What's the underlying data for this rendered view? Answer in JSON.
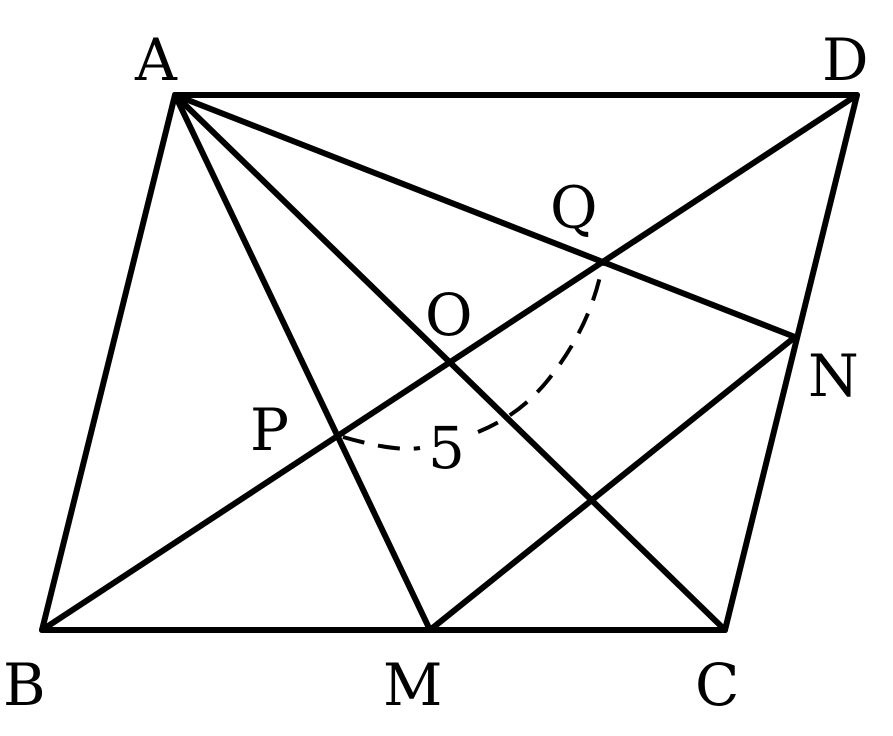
{
  "figure": {
    "type": "geometry-parallelogram",
    "points": {
      "A": "A",
      "B": "B",
      "C": "C",
      "D": "D",
      "M": "M",
      "N": "N",
      "O": "O",
      "P": "P",
      "Q": "Q"
    },
    "segments": [
      [
        "A",
        "D"
      ],
      [
        "A",
        "B"
      ],
      [
        "B",
        "C"
      ],
      [
        "C",
        "D"
      ],
      [
        "B",
        "D"
      ],
      [
        "A",
        "C"
      ],
      [
        "A",
        "M"
      ],
      [
        "A",
        "N"
      ],
      [
        "M",
        "N"
      ]
    ],
    "measure": {
      "from": "P",
      "to": "Q",
      "label": "5"
    },
    "color": "#000000"
  }
}
